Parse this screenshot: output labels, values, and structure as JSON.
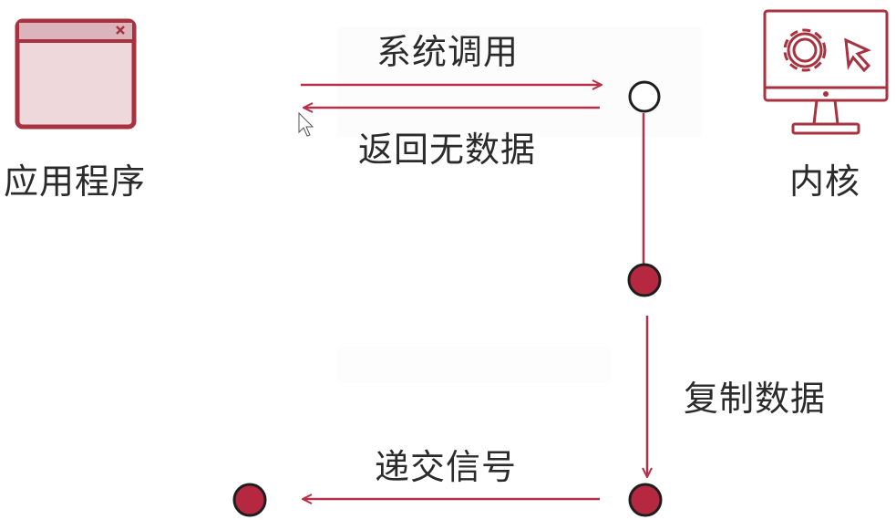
{
  "labels": {
    "application": "应用程序",
    "kernel": "内核",
    "system_call": "系统调用",
    "return_no_data": "返回无数据",
    "copy_data": "复制数据",
    "deliver_signal": "递交信号"
  },
  "icons": {
    "application": "application-window-icon",
    "kernel": "computer-monitor-gear-cursor-icon"
  },
  "colors": {
    "accent": "#b5314a",
    "dot_fill": "#b52840",
    "app_window_fill": "#efd8dc",
    "text": "#2b2b2b"
  }
}
